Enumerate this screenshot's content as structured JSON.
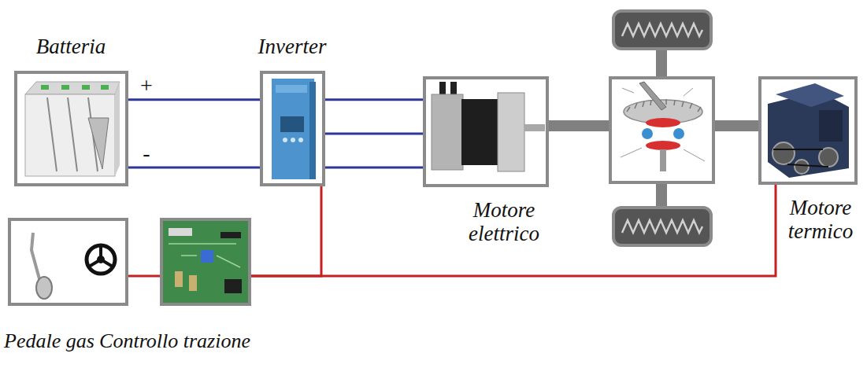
{
  "diagram": {
    "nodes": [
      {
        "text": [
          "Batteria"
        ]
      },
      {
        "text": [
          "Inverter"
        ]
      },
      {
        "text": [
          "Motore elettrico"
        ]
      },
      {
        "text": [
          "Motore termico"
        ]
      },
      {
        "text": [
          "Pedale gas"
        ]
      },
      {
        "text": [
          "Controllo trazione"
        ]
      }
    ],
    "edges": [
      {
        "from": 0,
        "to": 1,
        "arrow": "none",
        "label": "+"
      },
      {
        "from": 0,
        "to": 1,
        "arrow": "none",
        "label": "-"
      },
      {
        "from": 1,
        "to": 2,
        "arrow": "none"
      },
      {
        "from": 1,
        "to": 2,
        "arrow": "none"
      },
      {
        "from": 1,
        "to": 2,
        "arrow": "none"
      },
      {
        "from": 4,
        "to": 5,
        "arrow": "none"
      },
      {
        "from": 5,
        "to": 1,
        "arrow": "none"
      },
      {
        "from": 5,
        "to": 3,
        "arrow": "none"
      }
    ]
  }
}
